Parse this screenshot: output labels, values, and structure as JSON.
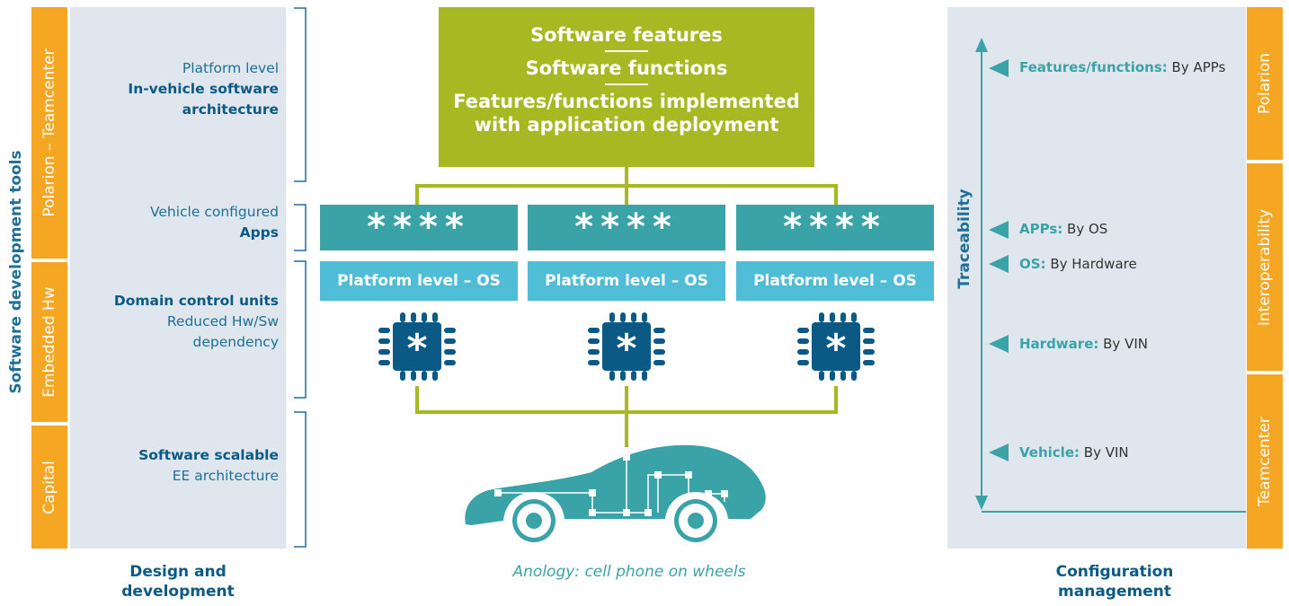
{
  "left": {
    "side_title": "Software development tools",
    "tools": [
      {
        "label": "Polarion – Teamcenter"
      },
      {
        "label": "Embedded Hw"
      },
      {
        "label": "Capital"
      }
    ],
    "levels": [
      {
        "line1": "Platform level",
        "line2": "In-vehicle software",
        "line3": "architecture"
      },
      {
        "line1": "Vehicle configured",
        "line2": "Apps"
      },
      {
        "line1": "Domain control units",
        "line2": "Reduced Hw/Sw",
        "line3": "dependency"
      },
      {
        "line1": "Software scalable",
        "line2": "EE architecture"
      }
    ],
    "bottom_label": {
      "line1": "Design and",
      "line2": "development"
    }
  },
  "center": {
    "features": {
      "line1": "Software features",
      "line2": "Software functions",
      "line3": "Features/functions implemented",
      "line4": "with application deployment"
    },
    "apps": [
      "****",
      "****",
      "****"
    ],
    "os": [
      "Platform level – OS",
      "Platform level – OS",
      "Platform level – OS"
    ],
    "chip_symbol": "*",
    "caption": "Anology: cell phone on wheels"
  },
  "right": {
    "traceability": "Traceability",
    "items": [
      {
        "key": "Features/functions:",
        "value": "By APPs"
      },
      {
        "key": "APPs:",
        "value": "By OS"
      },
      {
        "key": "OS:",
        "value": "By Hardware"
      },
      {
        "key": "Hardware:",
        "value": "By VIN"
      },
      {
        "key": "Vehicle:",
        "value": "By VIN"
      }
    ],
    "tools": [
      {
        "label": "Polarion"
      },
      {
        "label": "Interoperability"
      },
      {
        "label": "Teamcenter"
      }
    ],
    "bottom_label": {
      "line1": "Configuration",
      "line2": "management"
    }
  },
  "colors": {
    "orange": "#f5a623",
    "green": "#a6b923",
    "teal": "#3aa3a8",
    "light_blue": "#4fbdd6",
    "dark_blue": "#0b5a86",
    "panel_grey": "#dfe6ed"
  }
}
